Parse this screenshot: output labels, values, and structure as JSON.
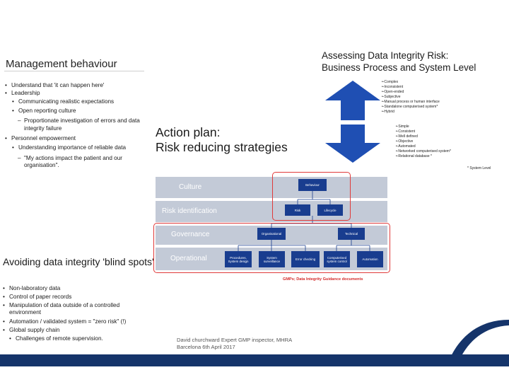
{
  "management": {
    "title": "Management behaviour",
    "items": [
      "Understand that 'it can happen here'",
      "Leadership",
      "Communicating realistic expectations",
      "Open reporting culture",
      "Proportionate investigation of errors and data",
      "integrity failure",
      "Personnel empowerment",
      "Understanding importance of reliable data",
      "\"My actions impact the patient and our",
      "organisation\"."
    ]
  },
  "action_plan": {
    "title_line1": "Action plan:",
    "title_line2": "Risk reducing strategies"
  },
  "assessing": {
    "title_line1": "Assessing Data Integrity Risk:",
    "title_line2": "Business Process and System Level",
    "high_risk": [
      "Complex",
      "Inconsistent",
      "Open-ended",
      "Subjective",
      "Manual process or human interface",
      "Standalone computerised system*",
      "Hybrid"
    ],
    "low_risk": [
      "Simple",
      "Consistent",
      "Well defined",
      "Objective",
      "Automated",
      "Networked computerised system*",
      "Relational database *"
    ],
    "footnote": "* System Level"
  },
  "diagram": {
    "bands": [
      "Culture",
      "Risk identification",
      "Governance",
      "Operational"
    ],
    "boxes": {
      "behaviour": "Behaviour",
      "risk": "Risk",
      "lifecycle": "Lifecycle",
      "organisational": "Organisational",
      "technical": "Technical",
      "procedures": "Procedures, System design",
      "system_surveillance": "System surveillance",
      "error_checking": "Error checking",
      "computerised_control": "Computerised system control",
      "automation": "Automation"
    },
    "caption": "GMPs; Data Integrity Guidance documents",
    "frame_color": "#e03a3a",
    "box_color": "#193d8f",
    "band_color": "#c3cad7"
  },
  "avoiding": {
    "title": "Avoiding data integrity 'blind spots'",
    "items": [
      "Non-laboratory data",
      "Control of paper records",
      "Manipulation of data outside of a controlled",
      "environment",
      "Automation / validated system = \"zero risk\" (!)",
      "Global supply chain",
      "Challenges of remote supervision."
    ]
  },
  "footer": {
    "line1": "David churchward Expert GMP inspector, MHRA",
    "line2": "Barcelona 6th April 2017",
    "bar_color": "#15346a"
  }
}
